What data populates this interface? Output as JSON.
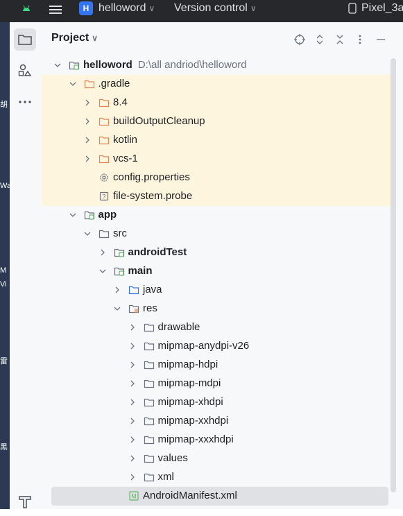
{
  "topbar": {
    "project_icon_letter": "H",
    "project_name": "helloword",
    "vcs_label": "Version control",
    "device": "Pixel_3a"
  },
  "panel": {
    "title": "Project"
  },
  "tree": [
    {
      "depth": 0,
      "open": true,
      "icon": "module-icon",
      "label": "helloword",
      "path": "D:\\all andriod\\helloword",
      "bold": true
    },
    {
      "depth": 1,
      "open": true,
      "icon": "folder-orange-icon",
      "label": ".gradle",
      "mod": true
    },
    {
      "depth": 2,
      "open": false,
      "icon": "folder-orange-icon",
      "label": "8.4",
      "mod": true
    },
    {
      "depth": 2,
      "open": false,
      "icon": "folder-orange-icon",
      "label": "buildOutputCleanup",
      "mod": true
    },
    {
      "depth": 2,
      "open": false,
      "icon": "folder-orange-icon",
      "label": "kotlin",
      "mod": true
    },
    {
      "depth": 2,
      "open": false,
      "icon": "folder-orange-icon",
      "label": "vcs-1",
      "mod": true
    },
    {
      "depth": 2,
      "icon": "gear-icon",
      "label": "config.properties",
      "mod": true
    },
    {
      "depth": 2,
      "icon": "unknown-file-icon",
      "label": "file-system.probe",
      "mod": true
    },
    {
      "depth": 1,
      "open": true,
      "icon": "module-icon",
      "label": "app",
      "bold": true
    },
    {
      "depth": 2,
      "open": true,
      "icon": "folder-icon",
      "label": "src"
    },
    {
      "depth": 3,
      "open": false,
      "icon": "module-icon",
      "label": "androidTest",
      "bold": true
    },
    {
      "depth": 3,
      "open": true,
      "icon": "module-icon",
      "label": "main",
      "bold": true
    },
    {
      "depth": 4,
      "open": false,
      "icon": "folder-blue-icon",
      "label": "java"
    },
    {
      "depth": 4,
      "open": true,
      "icon": "res-folder-icon",
      "label": "res"
    },
    {
      "depth": 5,
      "open": false,
      "icon": "folder-icon",
      "label": "drawable"
    },
    {
      "depth": 5,
      "open": false,
      "icon": "folder-icon",
      "label": "mipmap-anydpi-v26"
    },
    {
      "depth": 5,
      "open": false,
      "icon": "folder-icon",
      "label": "mipmap-hdpi"
    },
    {
      "depth": 5,
      "open": false,
      "icon": "folder-icon",
      "label": "mipmap-mdpi"
    },
    {
      "depth": 5,
      "open": false,
      "icon": "folder-icon",
      "label": "mipmap-xhdpi"
    },
    {
      "depth": 5,
      "open": false,
      "icon": "folder-icon",
      "label": "mipmap-xxhdpi"
    },
    {
      "depth": 5,
      "open": false,
      "icon": "folder-icon",
      "label": "mipmap-xxxhdpi"
    },
    {
      "depth": 5,
      "open": false,
      "icon": "folder-icon",
      "label": "values"
    },
    {
      "depth": 5,
      "open": false,
      "icon": "folder-icon",
      "label": "xml"
    },
    {
      "depth": 4,
      "icon": "manifest-icon",
      "label": "AndroidManifest.xml",
      "selected": true
    }
  ],
  "colors": {
    "modified_bg": "#fdf5dd",
    "selected_bg": "#dfe1e5",
    "folder_orange": "#e08855",
    "folder_gray": "#6c707e",
    "folder_blue": "#3574f0",
    "module_green": "#5fb865",
    "titlebar_bg": "#27282c",
    "accent": "#3574f0"
  }
}
